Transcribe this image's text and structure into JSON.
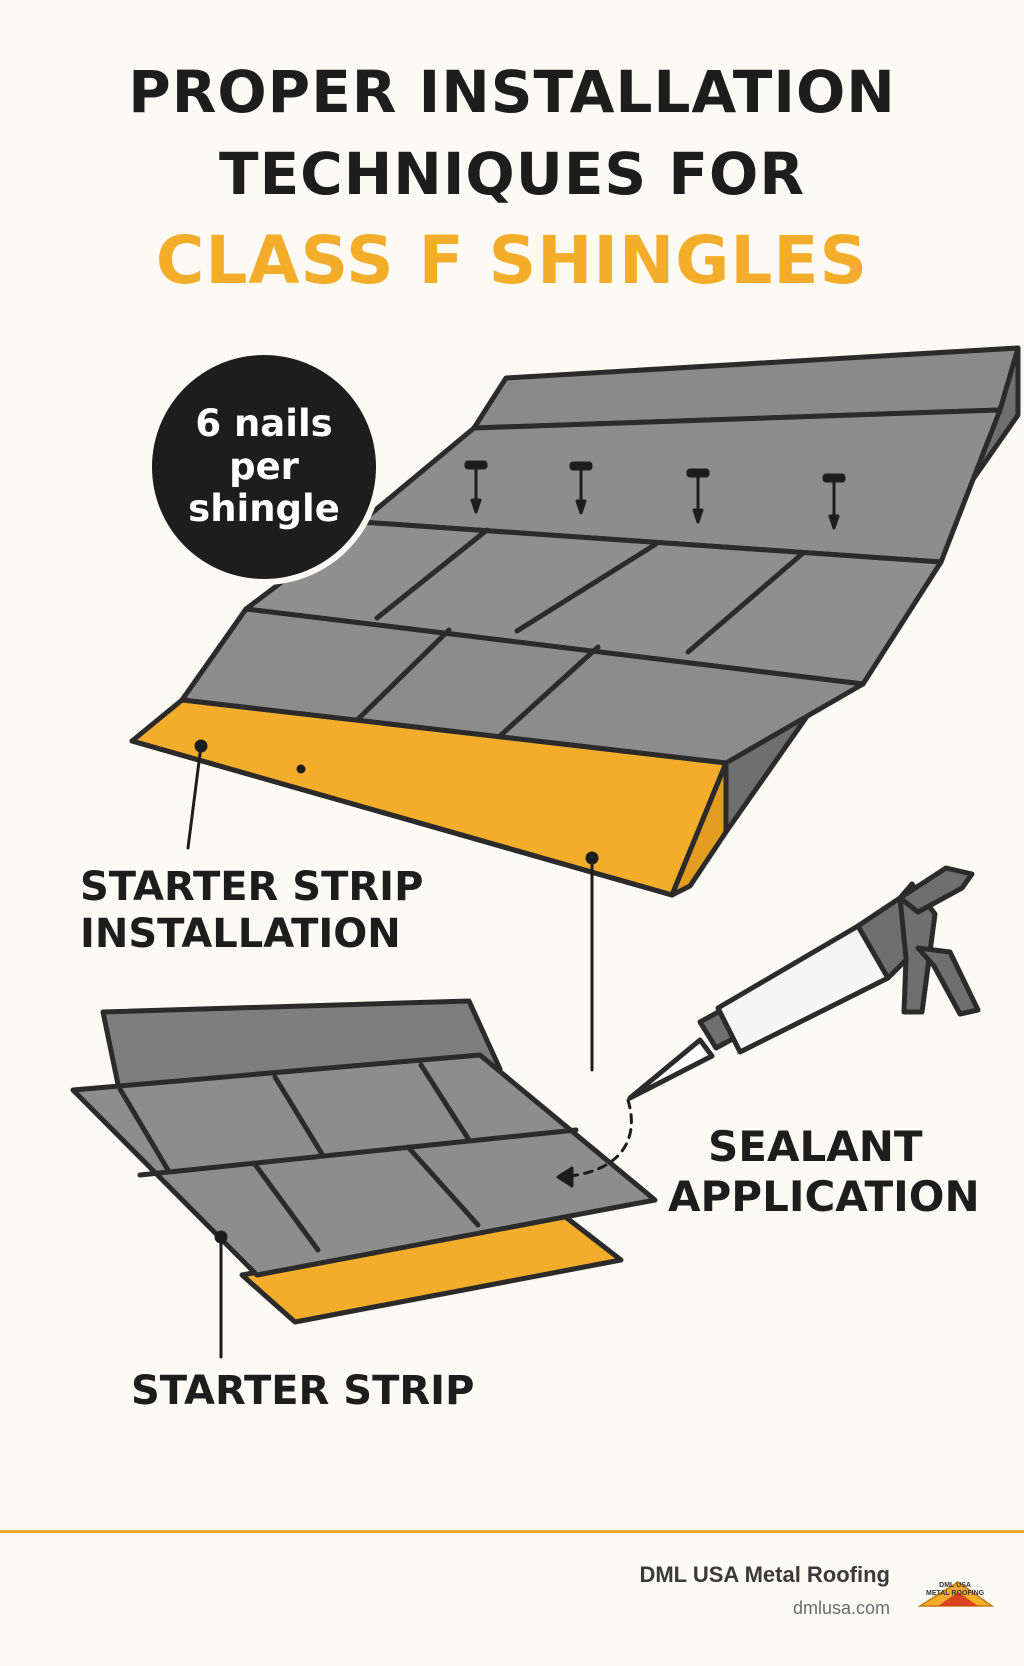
{
  "title": {
    "line1": "PROPER INSTALLATION",
    "line2": "TECHNIQUES FOR",
    "line3": "CLASS F SHINGLES"
  },
  "badge": {
    "line1": "6 nails",
    "line2": "per",
    "line3": "shingle"
  },
  "labels": {
    "starter_strip_installation_1": "STARTER STRIP",
    "starter_strip_installation_2": "INSTALLATION",
    "sealant_application_1": "SEALANT",
    "sealant_application_2": "APPLICATION",
    "starter_strip": "STARTER STRIP"
  },
  "footer": {
    "company": "DML USA Metal Roofing",
    "url": "dmlusa.com",
    "logo_text_1": "DML USA",
    "logo_text_2": "METAL ROOFING"
  },
  "colors": {
    "background": "#fbfaf5",
    "dark": "#1d1d1d",
    "accent": "#f3ad2b",
    "shingle": "#8d8d8d"
  }
}
